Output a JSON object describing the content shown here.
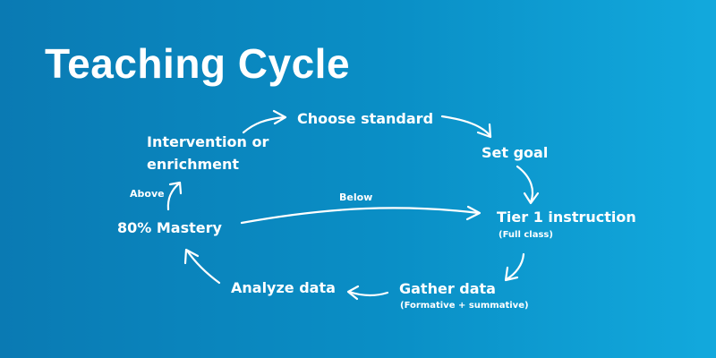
{
  "title": "Teaching Cycle",
  "nodes": {
    "choose_standard": "Choose standard",
    "set_goal": "Set goal",
    "tier1_instruction": "Tier 1 instruction",
    "tier1_note": "(Full class)",
    "gather_data": "Gather data",
    "gather_note": "(Formative + summative)",
    "analyze_data": "Analyze data",
    "mastery": "80% Mastery",
    "intervention_line1": "Intervention or",
    "intervention_line2": "enrichment"
  },
  "labels": {
    "above": "Above",
    "below": "Below"
  },
  "colors": {
    "background_left": "#0a7ab3",
    "background_right": "#12a9dd",
    "text": "#ffffff"
  }
}
